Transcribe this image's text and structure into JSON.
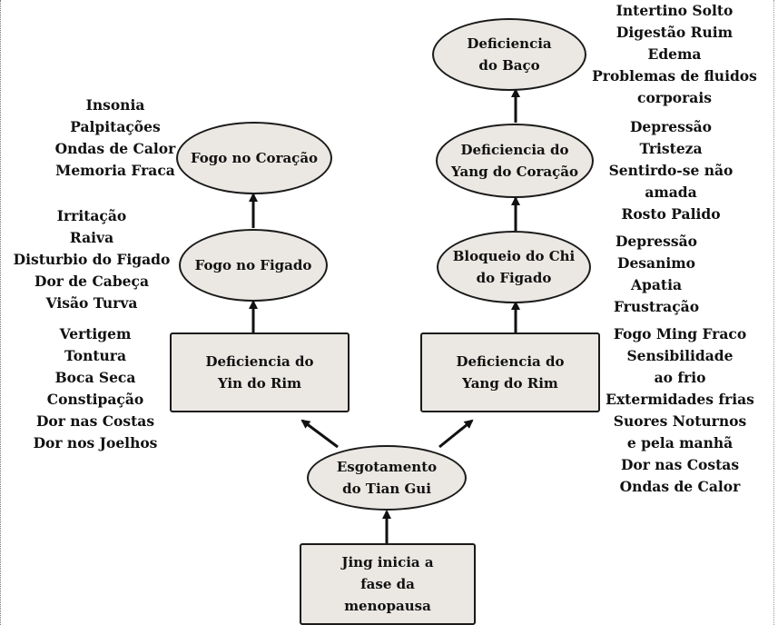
{
  "nodes": {
    "jing": [
      "Jing inicia a",
      "fase da",
      "menopausa"
    ],
    "tian_gui": [
      "Esgotamento",
      "do Tian Gui"
    ],
    "yin_rim": [
      "Deficiencia do",
      "Yin do Rim"
    ],
    "yang_rim": [
      "Deficiencia do",
      "Yang do Rim"
    ],
    "fogo_figado": [
      "Fogo no Figado"
    ],
    "fogo_coracao": [
      "Fogo no Coração"
    ],
    "bloqueio_chi": [
      "Bloqueio do Chi",
      "do Figado"
    ],
    "yang_coracao": [
      "Deficiencia do",
      "Yang do Coração"
    ],
    "baco": [
      "Deficiencia",
      "do Baço"
    ]
  },
  "symptoms": {
    "coracao_fogo": [
      "Insonia",
      "Palpitações",
      "Ondas de Calor",
      "Memoria Fraca"
    ],
    "figado_fogo": [
      "Irritação",
      "Raiva",
      "Disturbio do Figado",
      "Dor de Cabeça",
      "Visão Turva"
    ],
    "yin_rim": [
      "Vertigem",
      "Tontura",
      "Boca Seca",
      "Constipação",
      "Dor nas Costas",
      "Dor nos Joelhos"
    ],
    "baco": [
      "Intertino Solto",
      "Digestão Ruim",
      "Edema",
      "Problemas de fluidos",
      "corporais"
    ],
    "yang_coracao": [
      "Depressão",
      "Tristeza",
      "Sentirdo-se não",
      "amada",
      "Rosto Palido"
    ],
    "bloqueio_chi": [
      "Depressão",
      "Desanimo",
      "Apatia",
      "Frustração"
    ],
    "yang_rim": [
      "Fogo Ming Fraco",
      "Sensibilidade",
      "ao frio",
      "Extermidades frias",
      "Suores Noturnos",
      "e pela manhã",
      "Dor nas Costas",
      "Ondas de Calor"
    ]
  }
}
